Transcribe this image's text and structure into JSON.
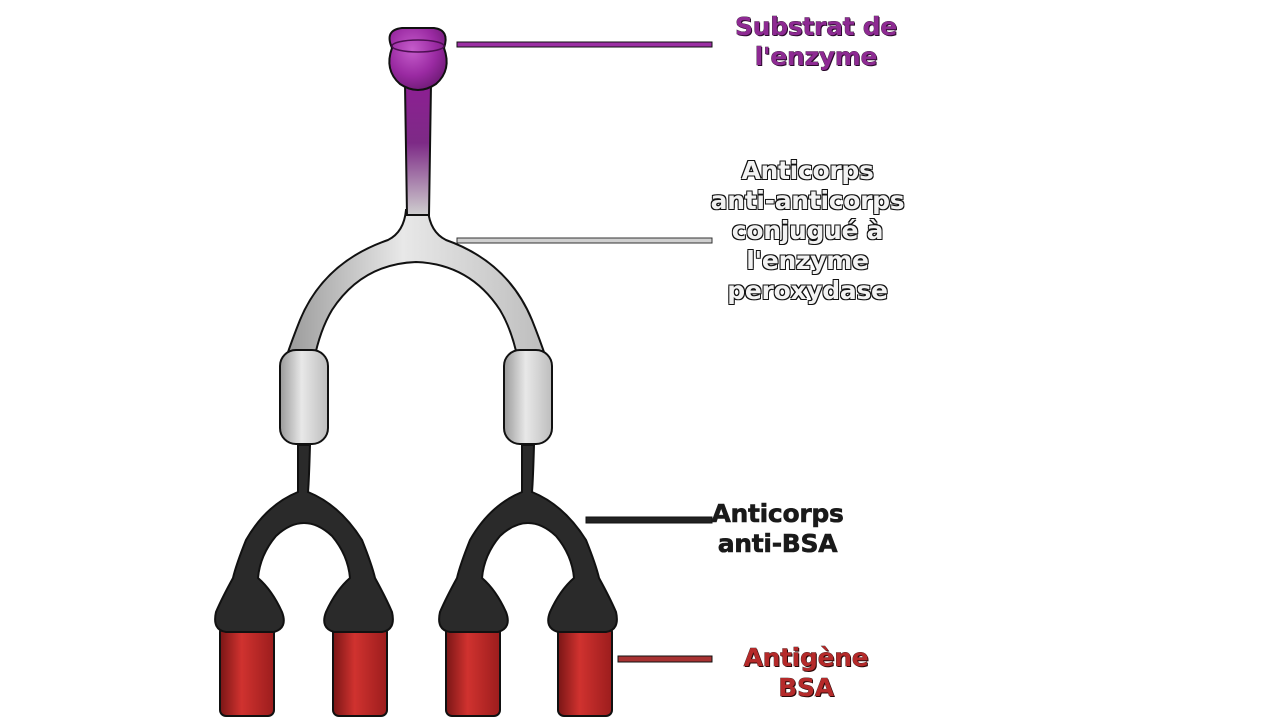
{
  "labels": {
    "substrate": [
      "Substrat de",
      "l'enzyme"
    ],
    "secondary_antibody": [
      "Anticorps",
      "anti-anticorps",
      "conjugué à",
      "l'enzyme",
      "peroxydase"
    ],
    "primary_antibody": [
      "Anticorps",
      "anti-BSA"
    ],
    "antigen": [
      "Antigène BSA"
    ]
  },
  "colors": {
    "substrate": "#9b2fa3",
    "secondary_antibody": "#c8c8c8",
    "primary_antibody": "#2a2a2a",
    "antigen": "#c0282a",
    "outline": "#111111"
  }
}
